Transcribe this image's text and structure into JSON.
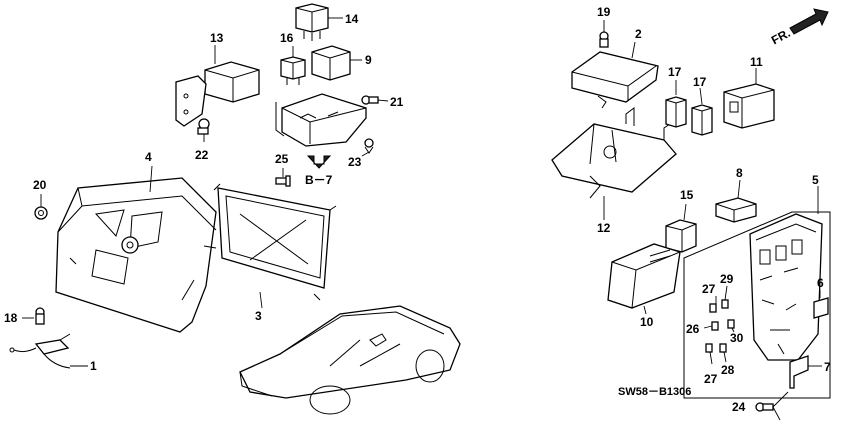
{
  "callouts": {
    "c1": "1",
    "c2": "2",
    "c3": "3",
    "c4": "4",
    "c5": "5",
    "c6": "6",
    "c7": "7",
    "c8": "8",
    "c9": "9",
    "c10": "10",
    "c11": "11",
    "c12": "12",
    "c13": "13",
    "c14": "14",
    "c15": "15",
    "c16": "16",
    "c17a": "17",
    "c17b": "17",
    "c18": "18",
    "c19": "19",
    "c20": "20",
    "c21": "21",
    "c22": "22",
    "c23": "23",
    "c24": "24",
    "c25": "25",
    "c26": "26",
    "c27a": "27",
    "c27b": "27",
    "c28": "28",
    "c29": "29",
    "c30": "30"
  },
  "reference": "B－7",
  "direction_label": "FR.",
  "diagram_code": "SW58－B1306"
}
